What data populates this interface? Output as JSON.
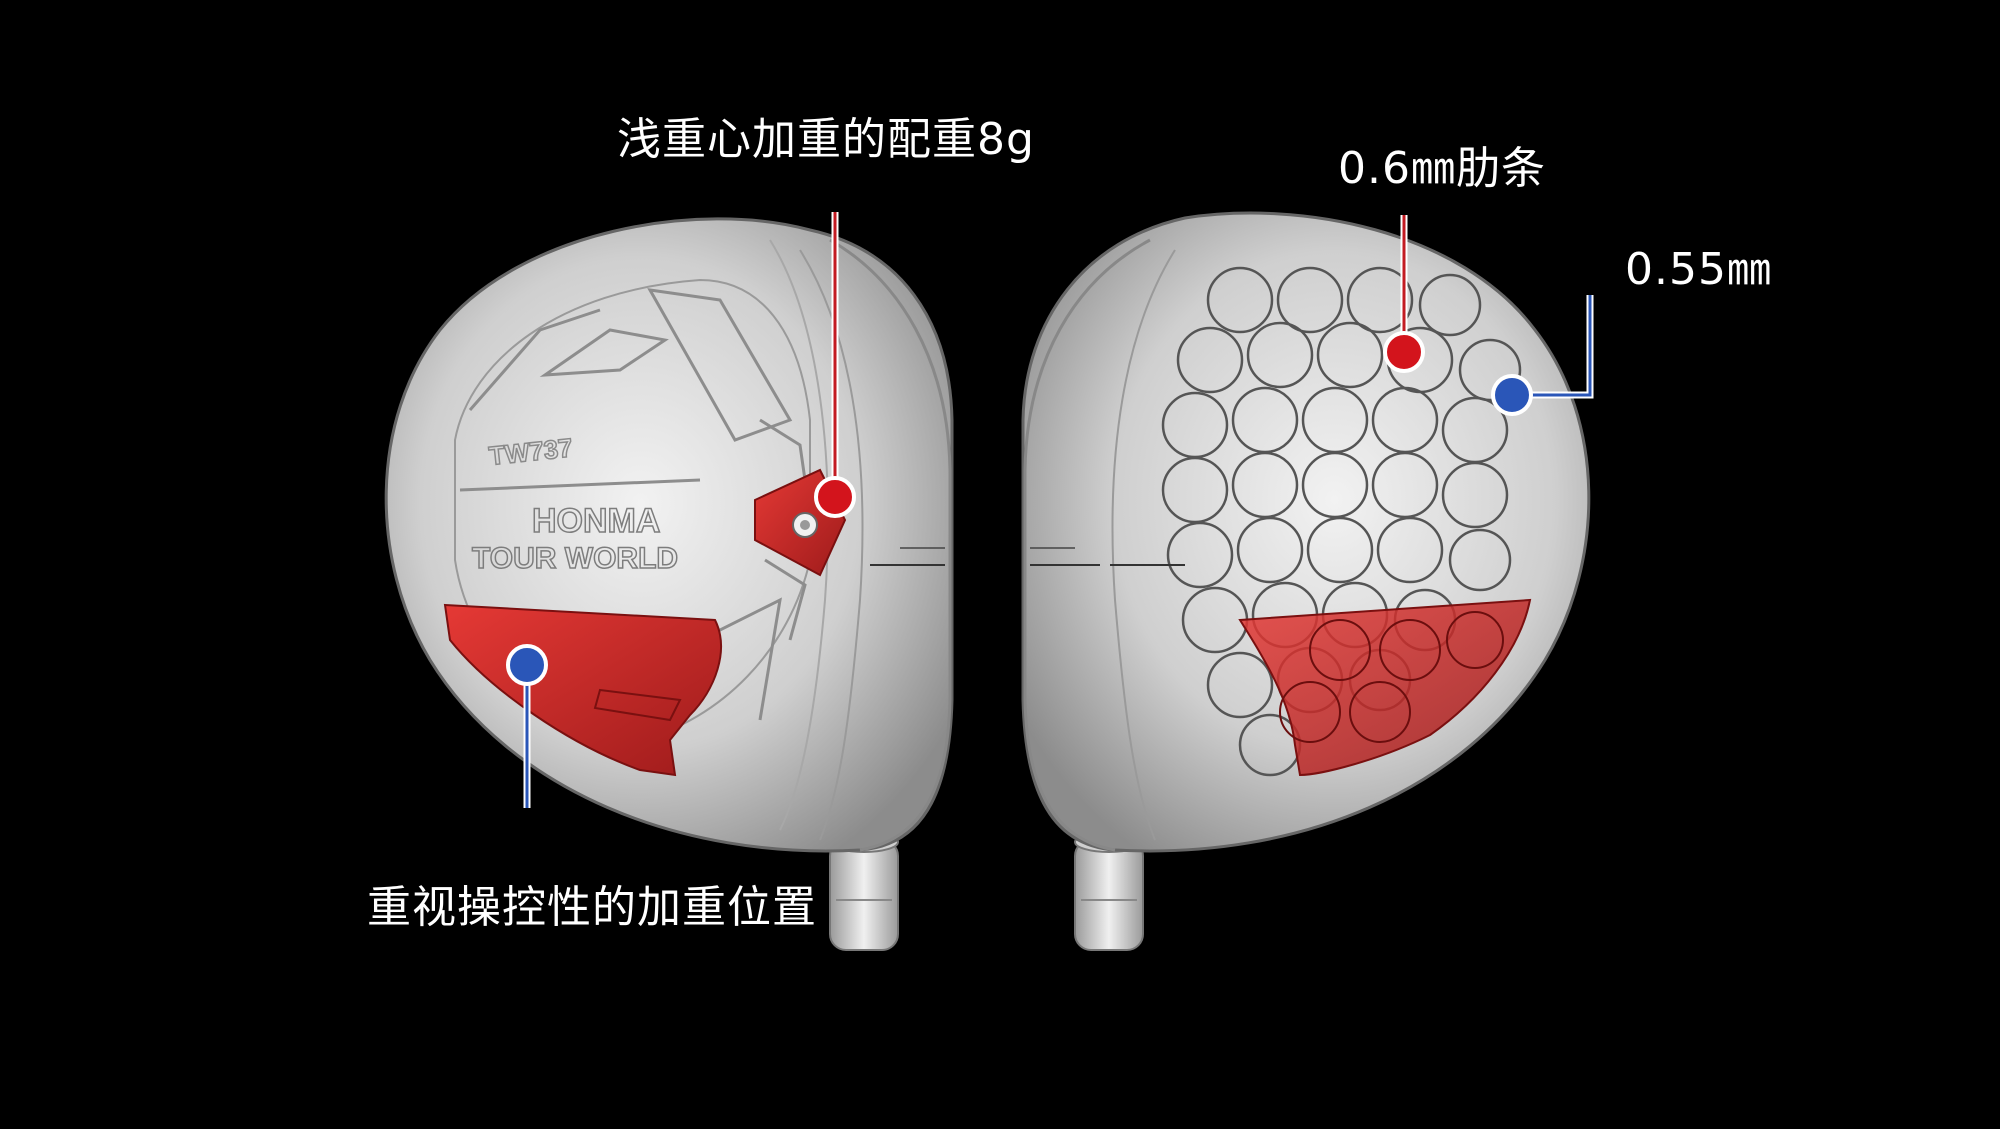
{
  "callouts": {
    "top_center": "浅重心加重的配重8g",
    "top_right": "0.6㎜肋条",
    "right": "0.55㎜",
    "bottom_left": "重视操控性的加重位置"
  },
  "head_markings": {
    "model": "TW737",
    "brand": "HONMA",
    "series": "TOUR WORLD"
  },
  "colors": {
    "background": "#000000",
    "red_marker": "#d3141c",
    "blue_marker": "#2a56b8",
    "weight_red": "#c62828",
    "head_shell": "#d9d9d9"
  }
}
